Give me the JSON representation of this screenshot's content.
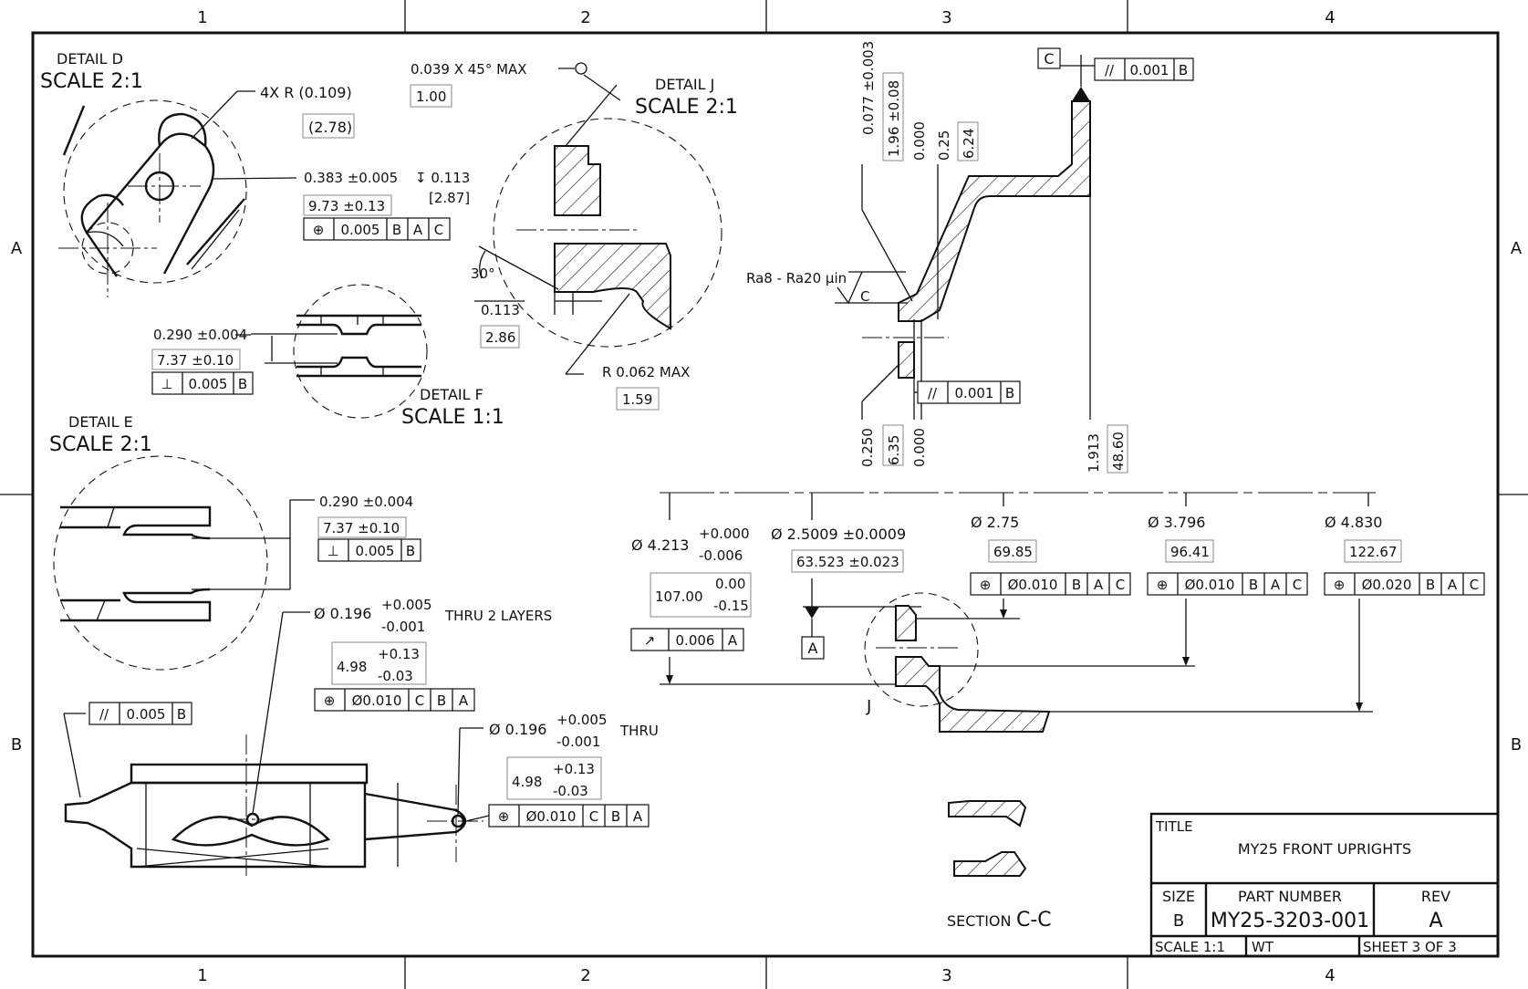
{
  "zones": {
    "columns": [
      "1",
      "2",
      "3",
      "4"
    ],
    "rows": [
      "A",
      "B"
    ]
  },
  "views": {
    "detail_d": {
      "title": "DETAIL D",
      "scale": "SCALE 2:1"
    },
    "detail_j": {
      "title": "DETAIL J",
      "scale": "SCALE 2:1"
    },
    "detail_f": {
      "title": "DETAIL F",
      "scale": "SCALE 1:1"
    },
    "detail_e": {
      "title": "DETAIL E",
      "scale": "SCALE 2:1"
    },
    "section": {
      "title": "SECTION",
      "id": "C-C"
    },
    "detail_marker": "J"
  },
  "dimensions": {
    "d_radius": "4X  R (0.109)",
    "d_radius_mm": "(2.78)",
    "d_pos": "0.383  ±0.005",
    "d_depth": "↧ 0.113",
    "d_depth_mm": "[2.87]",
    "d_pos_mm": "9.73  ±0.13",
    "chamfer": "0.039  X  45°   MAX",
    "chamfer_mm": "1.00",
    "angle": "30°",
    "j_len": "0.113",
    "j_len_mm": "2.86",
    "j_radius": "R 0.062    MAX",
    "j_radius_mm": "1.59",
    "f_thk": "0.290  ±0.004",
    "f_thk_mm": "7.37  ±0.10",
    "e_thk": "0.290  ±0.004",
    "e_thk_mm": "7.37  ±0.10",
    "hole1": "Ø 0.196",
    "hole1_tol_plus": "+0.005",
    "hole1_tol_minus": "-0.001",
    "hole1_note": "THRU 2 LAYERS",
    "hole1_mm": "4.98",
    "hole1_mm_plus": "+0.13",
    "hole1_mm_minus": "-0.03",
    "hole2": "Ø 0.196",
    "hole2_tol_plus": "+0.005",
    "hole2_tol_minus": "-0.001",
    "hole2_note": "THRU",
    "hole2_mm": "4.98",
    "hole2_mm_plus": "+0.13",
    "hole2_mm_minus": "-0.03",
    "v_0077": "0.077  ±0.003",
    "v_196": "1.96  ±0.08",
    "v_0000a": "0.000",
    "v_025": "0.25",
    "v_624": "6.24",
    "v_0250": "0.250",
    "v_635": "6.35",
    "v_0000b": "0.000",
    "v_1913": "1.913",
    "v_4860": "48.60",
    "roughness": "Ra8 - Ra20 µin",
    "rough_datum": "C",
    "dia_4213": "Ø 4.213",
    "dia_4213_plus": "+0.000",
    "dia_4213_minus": "-0.006",
    "dia_4213_mm": "107.00",
    "dia_4213_mm_plus": "0.00",
    "dia_4213_mm_minus": "-0.15",
    "dia_25009": "Ø 2.5009   ±0.0009",
    "dia_25009_mm": "63.523  ±0.023",
    "dia_275": "Ø 2.75",
    "dia_275_mm": "69.85",
    "dia_3796": "Ø 3.796",
    "dia_3796_mm": "96.41",
    "dia_4830": "Ø 4.830",
    "dia_4830_mm": "122.67"
  },
  "fcf": {
    "d_pos": [
      "⊕",
      "0.005",
      "B",
      "A",
      "C"
    ],
    "f_perp": [
      "⊥",
      "0.005",
      "B"
    ],
    "e_perp": [
      "⊥",
      "0.005",
      "B"
    ],
    "hole1": [
      "⊕",
      "Ø0.010",
      "C",
      "B",
      "A"
    ],
    "hole2": [
      "⊕",
      "Ø0.010",
      "C",
      "B",
      "A"
    ],
    "par_side": [
      "//",
      "0.005",
      "B"
    ],
    "par_top": [
      "//",
      "0.001",
      "B"
    ],
    "par_mid": [
      "//",
      "0.001",
      "B"
    ],
    "runout": [
      "↗",
      "0.006",
      "A"
    ],
    "dia_275": [
      "⊕",
      "Ø0.010",
      "B",
      "A",
      "C"
    ],
    "dia_3796": [
      "⊕",
      "Ø0.010",
      "B",
      "A",
      "C"
    ],
    "dia_4830": [
      "⊕",
      "Ø0.020",
      "B",
      "A",
      "C"
    ]
  },
  "datums": {
    "a": "A",
    "c": "C"
  },
  "title_block": {
    "title_label": "TITLE",
    "title": "MY25 FRONT UPRIGHTS",
    "size_label": "SIZE",
    "size": "B",
    "pn_label": "PART NUMBER",
    "part_number": "MY25-3203-001",
    "rev_label": "REV",
    "rev": "A",
    "scale": "SCALE 1:1",
    "weight": "WT",
    "sheet": "SHEET 3 OF 3"
  }
}
